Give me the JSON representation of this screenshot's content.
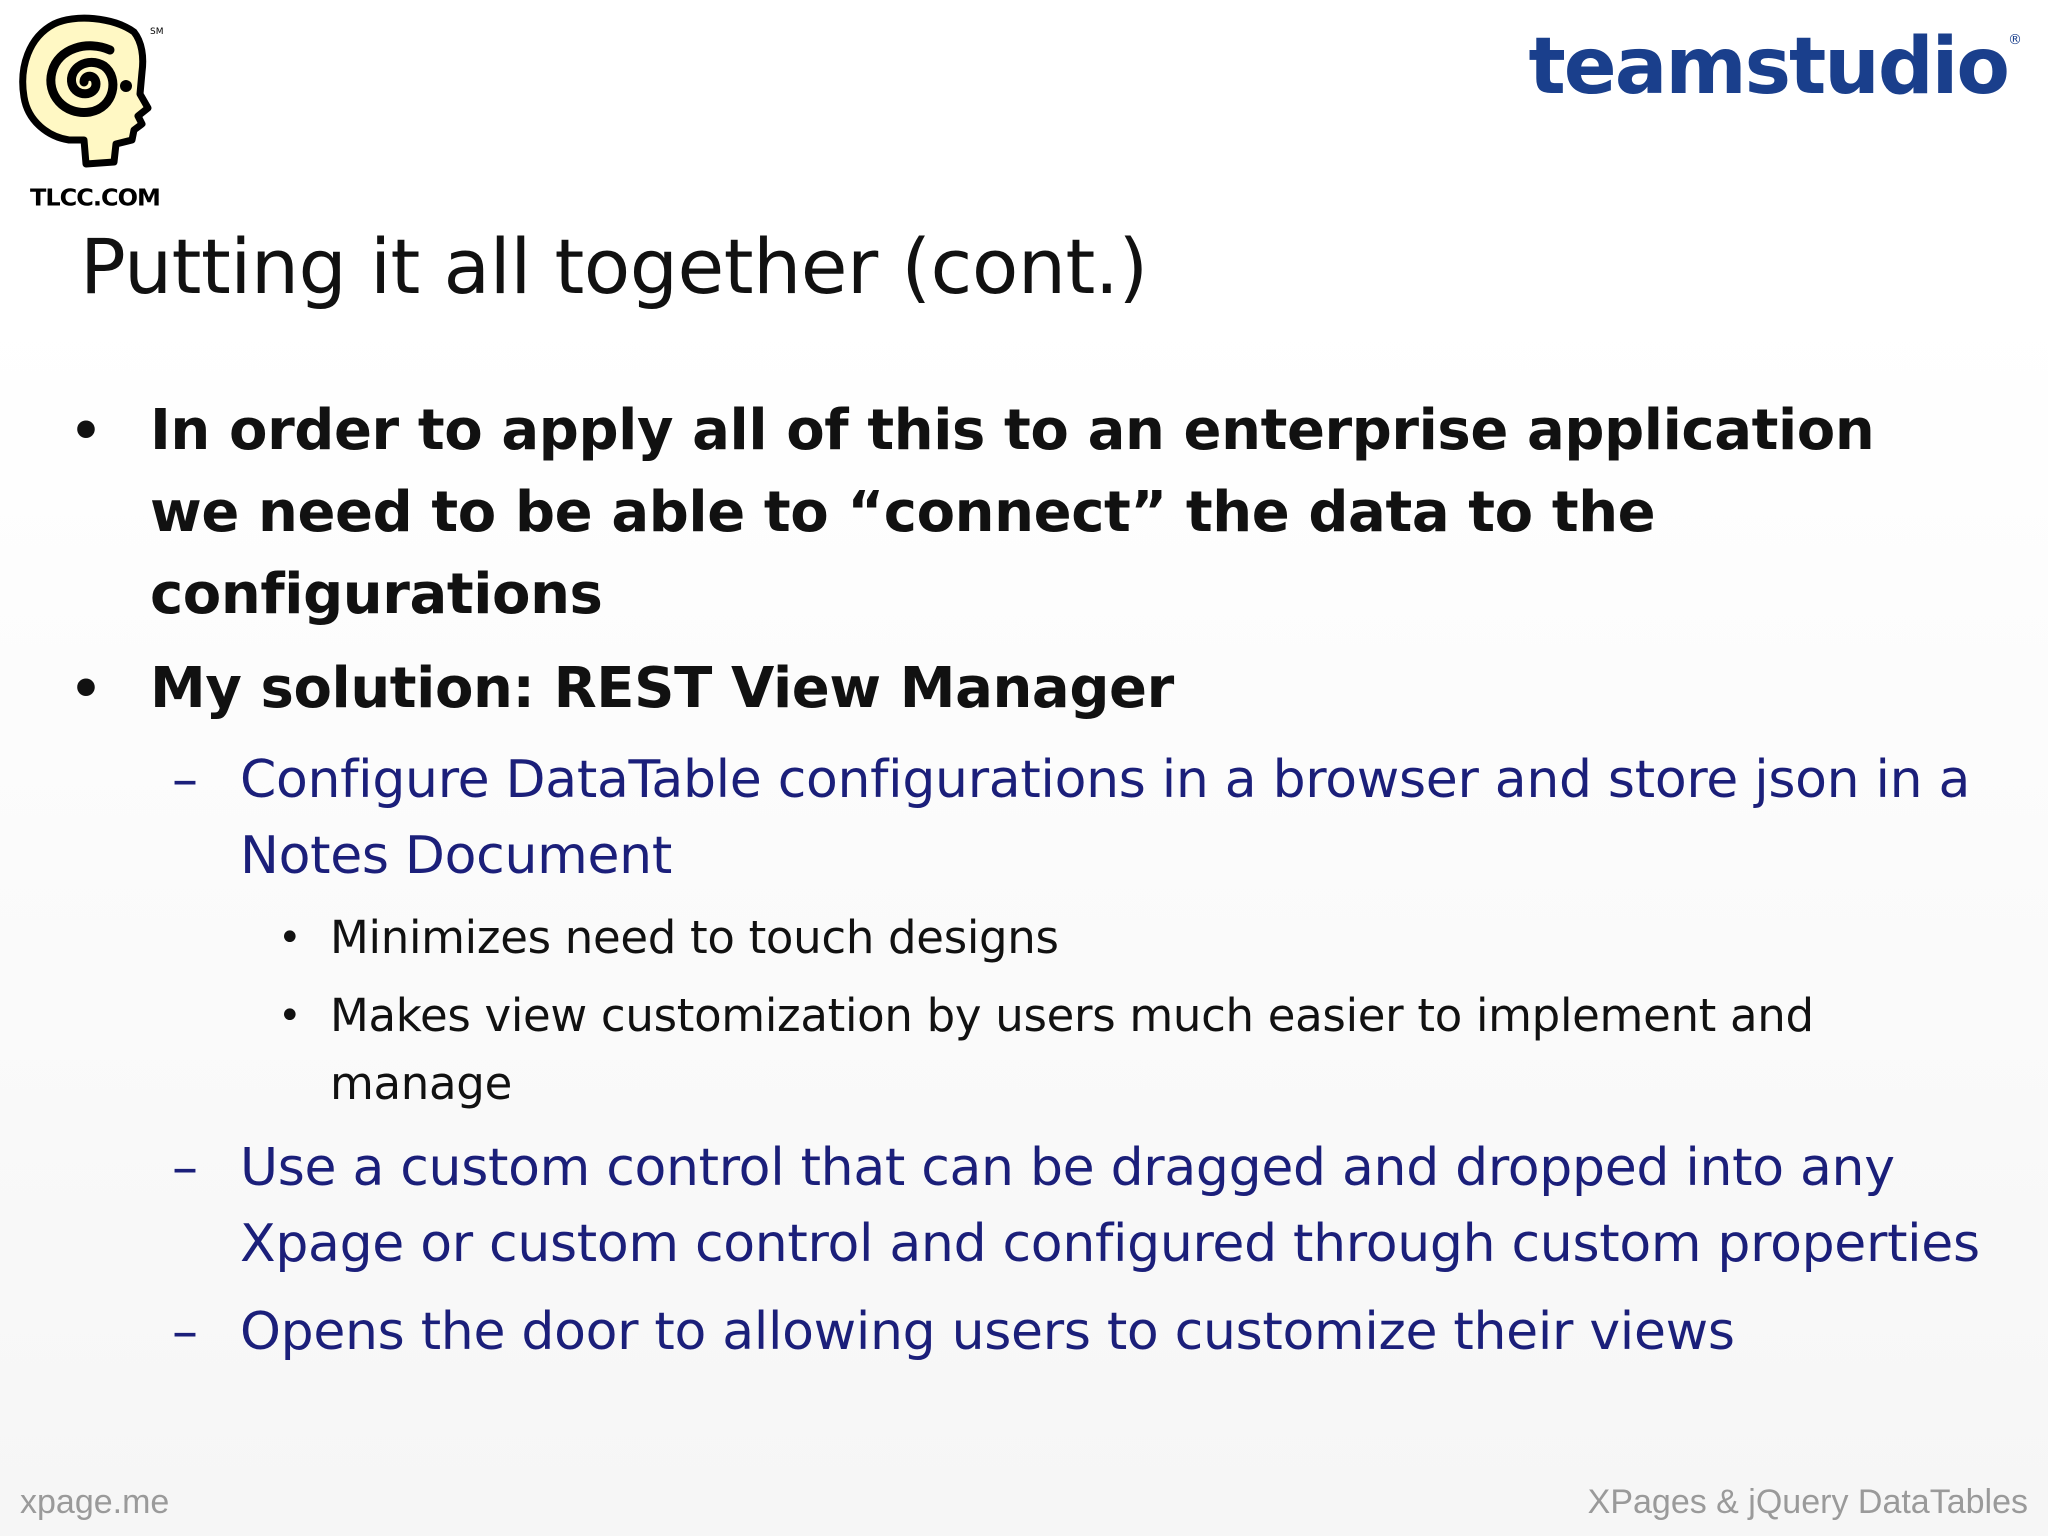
{
  "logos": {
    "left_icon": "tlcc-head-spiral-icon",
    "left_text": "TLCC.COM",
    "right_text": "teamstudio",
    "right_mark": "®",
    "brand_color": "#1a3f8c"
  },
  "slide": {
    "title": "Putting it all together (cont.)",
    "bullets": [
      {
        "text": "In order to apply all of this to an enterprise application we need to be able to “connect” the data to the configurations"
      },
      {
        "text": "My solution: REST View Manager",
        "sub": [
          {
            "text": "Configure DataTable configurations in a browser and store json in a Notes Document",
            "sub": [
              {
                "text": "Minimizes need to touch designs"
              },
              {
                "text": "Makes view customization by users much easier to implement and manage"
              }
            ]
          },
          {
            "text": "Use a custom control that can be dragged and dropped into any Xpage or custom control and configured through custom properties"
          },
          {
            "text": "Opens the door to allowing users to customize their views"
          }
        ]
      }
    ],
    "bullet_glyph": "•",
    "dash_glyph": "–",
    "colors": {
      "text": "#111111",
      "sub_text": "#1b1f7a",
      "footer": "#9a9a9a"
    }
  },
  "footer": {
    "left": "xpage.me",
    "right": "XPages & jQuery DataTables"
  }
}
